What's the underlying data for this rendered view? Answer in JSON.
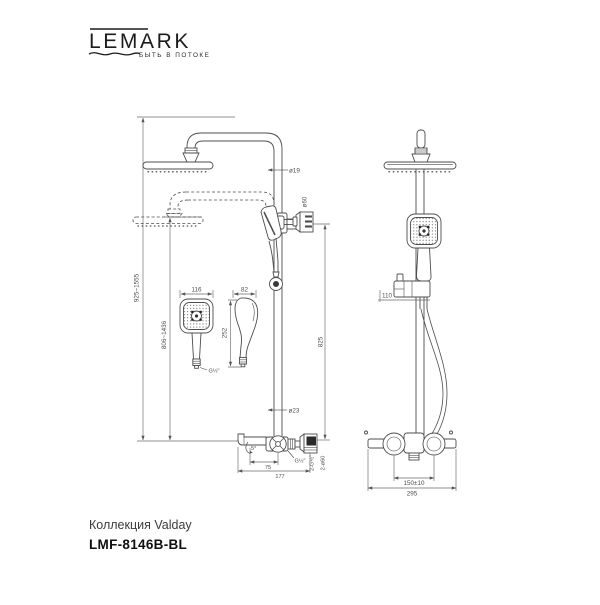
{
  "logo": {
    "brand": "LEMARK",
    "tagline": "БЫТЬ В ПОТОКЕ"
  },
  "colors": {
    "line": "#4d4d4d",
    "dim_line": "#6a6a6a",
    "dim_text": "#4f4f4f",
    "ink": "#101010"
  },
  "dims": {
    "front": {
      "height_range_max": "925~1555",
      "height_range_min": "806~1436",
      "top_pipe_diameter": "ø19",
      "bracket_diameter": "ø60",
      "column_height": "825",
      "bottom_pipe_diameter": "ø23",
      "spout_swivel": "5°",
      "spout_thread": "G½\"",
      "spout_to_center": "75",
      "spout_reach": "177",
      "wall_conn_thread": "2-G½\"",
      "wall_conn_diameter": "2-ø60"
    },
    "handshower": {
      "width": "116",
      "thread": "G½\"",
      "depth": "82",
      "length": "252"
    },
    "side": {
      "slider_offset": "110",
      "inlet_spacing": "150±10",
      "mixer_width": "295"
    }
  },
  "footer": {
    "collection": "Коллекция Valday",
    "model": "LMF-8146B-BL"
  }
}
